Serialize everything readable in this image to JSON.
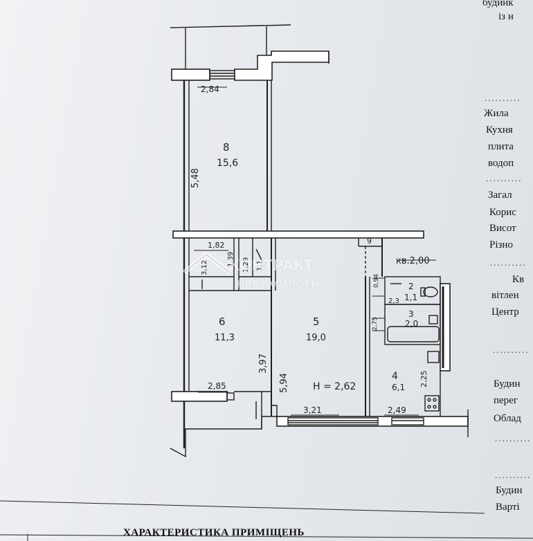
{
  "side_text": {
    "top1": "будинк",
    "top2": "із н",
    "dots1": "..........",
    "living": "Жила",
    "kitchen": "Кухня",
    "stove": "плита",
    "water": "водоп",
    "dots2": "..........",
    "total": "Загал",
    "useful": "Корис",
    "height": "Висот",
    "misc": "Різно",
    "dots3": "..........",
    "kv": "Кв",
    "lit": "вітлен",
    "center": "Центр",
    "dots4": "..........",
    "building": "Будин",
    "pereg": "перег",
    "oblad": "Облад",
    "dots5": "..........",
    "dots6": "..........",
    "building2": "Будин",
    "varti": "Варті"
  },
  "footer": {
    "title": "ХАРАКТЕРИСТИКА ПРИМІЩЕНЬ"
  },
  "watermark": {
    "line1": "КОНТРАКТ",
    "line2": "НЕРУХОМІСТЬ"
  },
  "plan": {
    "dim_balcony_w": "2,84",
    "dim_balcony_h": "5,48",
    "room8_num": "8",
    "room8_area": "15,6",
    "dim_corr_w": "1,82",
    "dim_corr_a": "3,12",
    "dim_corr_b": "1,39",
    "dim_pantry_a": "1,29",
    "dim_pantry_b": "1,1",
    "room9_num": "9",
    "room_kv": "кв.2,00",
    "dim_094": "0,94",
    "room2_num": "2",
    "room2_area": "1,1",
    "dim_23": "2,3",
    "room3_num": "3",
    "room3_area": "2,0",
    "dim_275": "2,75",
    "room6_num": "6",
    "room6_area": "11,3",
    "room5_num": "5",
    "room5_area": "19,0",
    "dim_397": "3,97",
    "dim_594": "5,94",
    "ceiling_h": "Н = 2,62",
    "room4_num": "4",
    "room4_area": "6,1",
    "dim_225": "2,25",
    "dim_285": "2,85",
    "dim_321": "3,21",
    "dim_249": "2,49"
  }
}
